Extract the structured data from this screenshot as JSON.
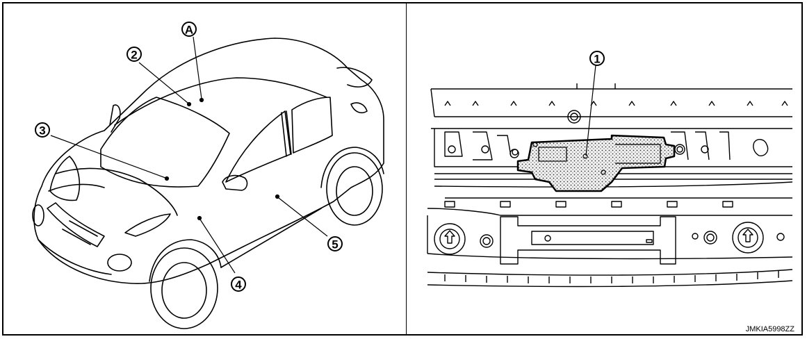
{
  "callouts": {
    "A": "A",
    "c1": "1",
    "c2": "2",
    "c3": "3",
    "c4": "4",
    "c5": "5"
  },
  "figure_code": "JMKIA5998ZZ"
}
